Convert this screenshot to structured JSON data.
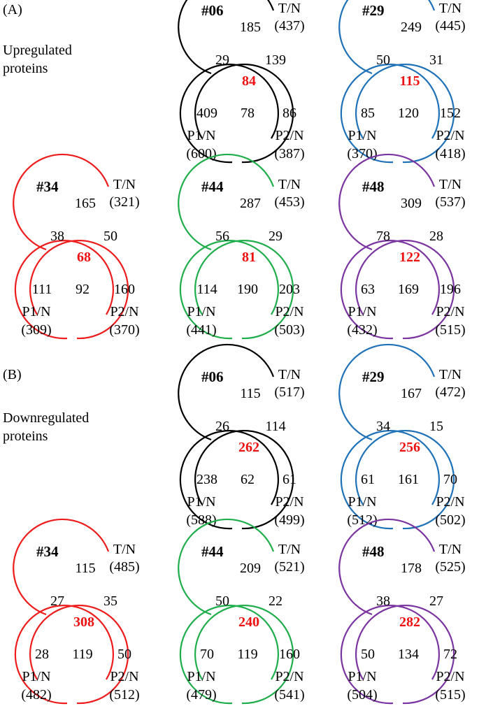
{
  "panel_a": {
    "tag": "(A)",
    "caption": [
      "Upregulated",
      "proteins"
    ],
    "diagrams": [
      {
        "id": "#06",
        "color": "#000000",
        "t_label": "T/N",
        "t_total": "(437)",
        "p1_label": "P1/N",
        "p1_total": "(600)",
        "p2_label": "P2/N",
        "p2_total": "(387)",
        "t_only": "185",
        "t_p1": "29",
        "t_p2": "139",
        "all": "84",
        "p1_only": "409",
        "p1_p2": "78",
        "p2_only": "86"
      },
      {
        "id": "#29",
        "color": "#1f72b8",
        "t_label": "T/N",
        "t_total": "(445)",
        "p1_label": "P1/N",
        "p1_total": "(370)",
        "p2_label": "P2/N",
        "p2_total": "(418)",
        "t_only": "249",
        "t_p1": "50",
        "t_p2": "31",
        "all": "115",
        "p1_only": "85",
        "p1_p2": "120",
        "p2_only": "152"
      },
      {
        "id": "#34",
        "color": "#ee1c1c",
        "t_label": "T/N",
        "t_total": "(321)",
        "p1_label": "P1/N",
        "p1_total": "(309)",
        "p2_label": "P2/N",
        "p2_total": "(370)",
        "t_only": "165",
        "t_p1": "38",
        "t_p2": "50",
        "all": "68",
        "p1_only": "111",
        "p1_p2": "92",
        "p2_only": "160"
      },
      {
        "id": "#44",
        "color": "#1fae4b",
        "t_label": "T/N",
        "t_total": "(453)",
        "p1_label": "P1/N",
        "p1_total": "(441)",
        "p2_label": "P2/N",
        "p2_total": "(503)",
        "t_only": "287",
        "t_p1": "56",
        "t_p2": "29",
        "all": "81",
        "p1_only": "114",
        "p1_p2": "190",
        "p2_only": "203"
      },
      {
        "id": "#48",
        "color": "#7b35a0",
        "t_label": "T/N",
        "t_total": "(537)",
        "p1_label": "P1/N",
        "p1_total": "(432)",
        "p2_label": "P2/N",
        "p2_total": "(515)",
        "t_only": "309",
        "t_p1": "78",
        "t_p2": "28",
        "all": "122",
        "p1_only": "63",
        "p1_p2": "169",
        "p2_only": "196"
      }
    ]
  },
  "panel_b": {
    "tag": "(B)",
    "caption": [
      "Downregulated",
      "proteins"
    ],
    "diagrams": [
      {
        "id": "#06",
        "color": "#000000",
        "t_label": "T/N",
        "t_total": "(517)",
        "p1_label": "P1/N",
        "p1_total": "(588)",
        "p2_label": "P2/N",
        "p2_total": "(499)",
        "t_only": "115",
        "t_p1": "26",
        "t_p2": "114",
        "all": "262",
        "p1_only": "238",
        "p1_p2": "62",
        "p2_only": "61"
      },
      {
        "id": "#29",
        "color": "#1f72b8",
        "t_label": "T/N",
        "t_total": "(472)",
        "p1_label": "P1/N",
        "p1_total": "(512)",
        "p2_label": "P2/N",
        "p2_total": "(502)",
        "t_only": "167",
        "t_p1": "34",
        "t_p2": "15",
        "all": "256",
        "p1_only": "61",
        "p1_p2": "161",
        "p2_only": "70"
      },
      {
        "id": "#34",
        "color": "#ee1c1c",
        "t_label": "T/N",
        "t_total": "(485)",
        "p1_label": "P1/N",
        "p1_total": "(482)",
        "p2_label": "P2/N",
        "p2_total": "(512)",
        "t_only": "115",
        "t_p1": "27",
        "t_p2": "35",
        "all": "308",
        "p1_only": "28",
        "p1_p2": "119",
        "p2_only": "50"
      },
      {
        "id": "#44",
        "color": "#1fae4b",
        "t_label": "T/N",
        "t_total": "(521)",
        "p1_label": "P1/N",
        "p1_total": "(479)",
        "p2_label": "P2/N",
        "p2_total": "(541)",
        "t_only": "209",
        "t_p1": "50",
        "t_p2": "22",
        "all": "240",
        "p1_only": "70",
        "p1_p2": "119",
        "p2_only": "160"
      },
      {
        "id": "#48",
        "color": "#7b35a0",
        "t_label": "T/N",
        "t_total": "(525)",
        "p1_label": "P1/N",
        "p1_total": "(504)",
        "p2_label": "P2/N",
        "p2_total": "(515)",
        "t_only": "178",
        "t_p1": "38",
        "t_p2": "27",
        "all": "282",
        "p1_only": "50",
        "p1_p2": "134",
        "p2_only": "72"
      }
    ]
  }
}
